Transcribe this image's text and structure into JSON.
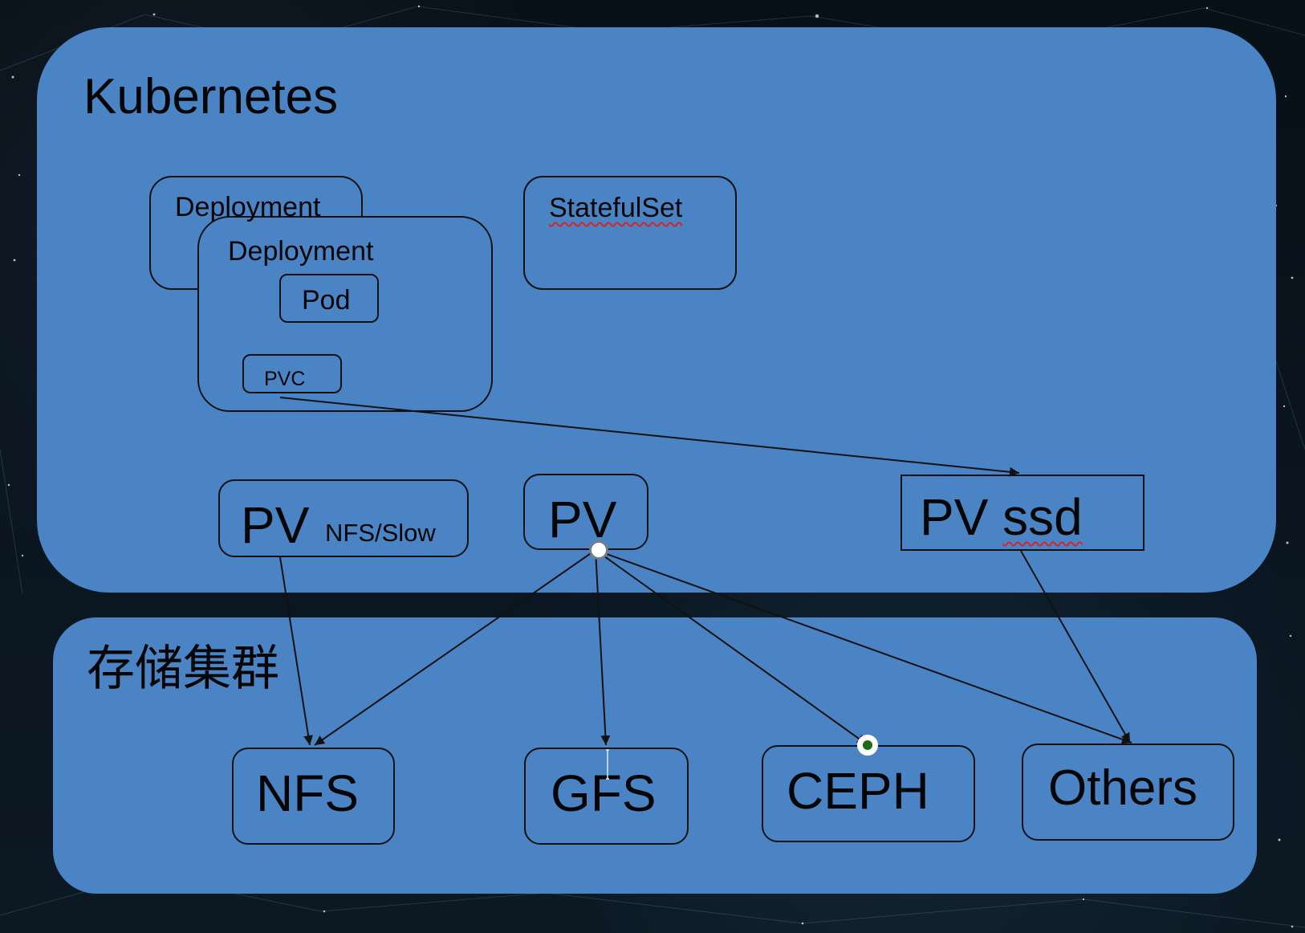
{
  "diagram": {
    "kubernetes": {
      "title": "Kubernetes",
      "deployment_back": "Deployment",
      "deployment_front": "Deployment",
      "statefulset": "StatefulSet",
      "pod": "Pod",
      "pvc": "PVC",
      "pv_nfs": {
        "main": "PV",
        "sub": "NFS/Slow"
      },
      "pv_center": "PV",
      "pv_ssd": {
        "main": "PV ",
        "sub": "ssd"
      }
    },
    "storage_cluster": {
      "title": "存储集群",
      "nfs": "NFS",
      "gfs": "GFS",
      "ceph": "CEPH",
      "others": "Others"
    },
    "colors": {
      "panel_fill": "#4a84c4",
      "stroke": "#111111",
      "spell_underline": "#d4252a",
      "handle_green": "#1f6b12"
    }
  }
}
